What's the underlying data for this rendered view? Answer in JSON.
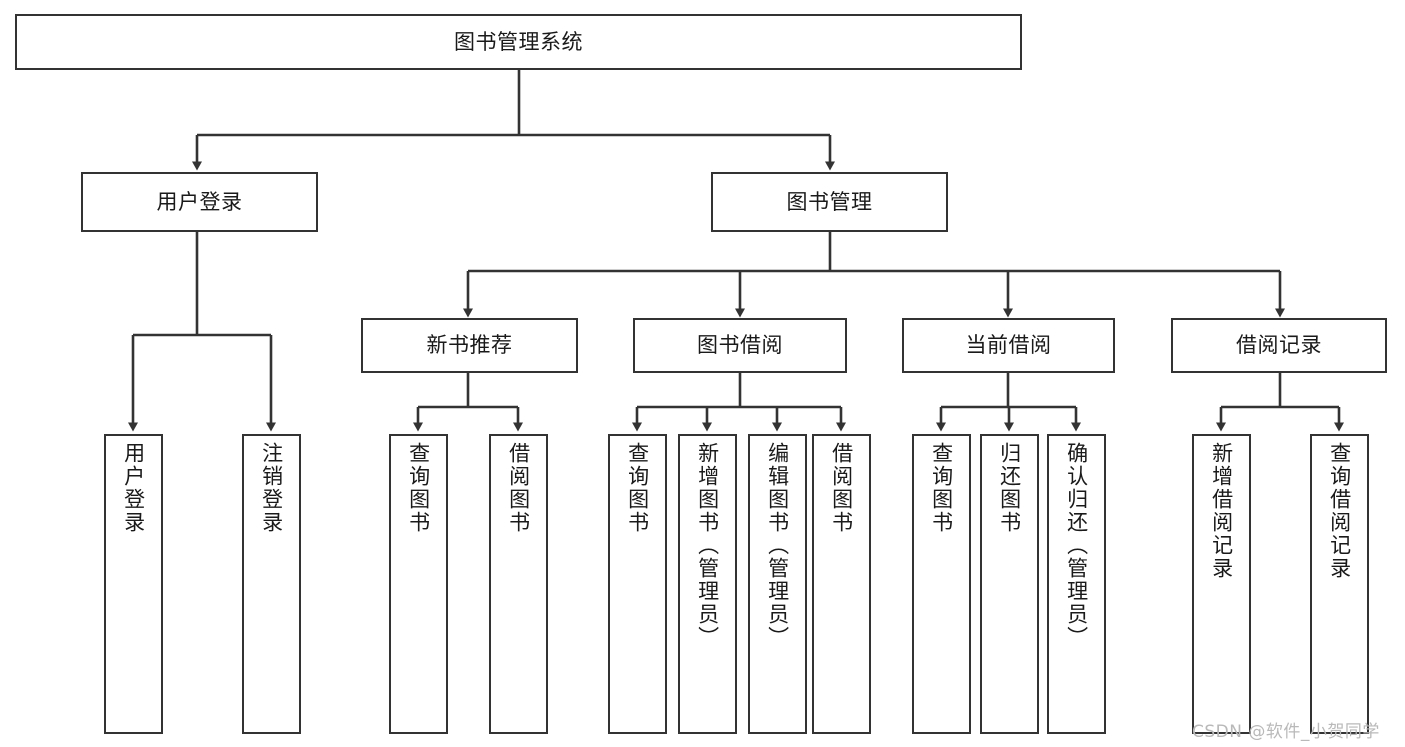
{
  "diagram": {
    "type": "tree-hierarchy",
    "title": "图书管理系统",
    "watermark": "CSDN @软件_小贺同学",
    "style": {
      "box_border_color": "#333333",
      "box_fill_color": "#ffffff",
      "connector_color": "#333333",
      "background_color": "#ffffff",
      "text_color": "#1a1a1a"
    },
    "levels": [
      {
        "level": 1,
        "nodes": [
          {
            "id": "root",
            "label": "图书管理系统",
            "orientation": "horizontal"
          }
        ]
      },
      {
        "level": 2,
        "nodes": [
          {
            "id": "login",
            "label": "用户登录",
            "orientation": "horizontal",
            "parent": "root"
          },
          {
            "id": "bookmgmt",
            "label": "图书管理",
            "orientation": "horizontal",
            "parent": "root"
          }
        ]
      },
      {
        "level": 3,
        "nodes": [
          {
            "id": "newbook",
            "label": "新书推荐",
            "orientation": "horizontal",
            "parent": "bookmgmt"
          },
          {
            "id": "borrow",
            "label": "图书借阅",
            "orientation": "horizontal",
            "parent": "bookmgmt"
          },
          {
            "id": "current",
            "label": "当前借阅",
            "orientation": "horizontal",
            "parent": "bookmgmt"
          },
          {
            "id": "records",
            "label": "借阅记录",
            "orientation": "horizontal",
            "parent": "bookmgmt"
          }
        ]
      },
      {
        "level": 4,
        "nodes": [
          {
            "id": "leaf-user-login",
            "label": "用户登录",
            "orientation": "vertical",
            "parent": "login"
          },
          {
            "id": "leaf-user-logout",
            "label": "注销登录",
            "orientation": "vertical",
            "parent": "login"
          },
          {
            "id": "leaf-new-query",
            "label": "查询图书",
            "orientation": "vertical",
            "parent": "newbook"
          },
          {
            "id": "leaf-new-borrow",
            "label": "借阅图书",
            "orientation": "vertical",
            "parent": "newbook"
          },
          {
            "id": "leaf-borrow-query",
            "label": "查询图书",
            "orientation": "vertical",
            "parent": "borrow"
          },
          {
            "id": "leaf-borrow-add",
            "label": "新增图书（管理员）",
            "orientation": "vertical",
            "parent": "borrow"
          },
          {
            "id": "leaf-borrow-edit",
            "label": "编辑图书（管理员）",
            "orientation": "vertical",
            "parent": "borrow"
          },
          {
            "id": "leaf-borrow-lend",
            "label": "借阅图书",
            "orientation": "vertical",
            "parent": "borrow"
          },
          {
            "id": "leaf-current-query",
            "label": "查询图书",
            "orientation": "vertical",
            "parent": "current"
          },
          {
            "id": "leaf-current-return",
            "label": "归还图书",
            "orientation": "vertical",
            "parent": "current"
          },
          {
            "id": "leaf-current-confirm",
            "label": "确认归还（管理员）",
            "orientation": "vertical",
            "parent": "current"
          },
          {
            "id": "leaf-record-add",
            "label": "新增借阅记录",
            "orientation": "vertical",
            "parent": "records"
          },
          {
            "id": "leaf-record-query",
            "label": "查询借阅记录",
            "orientation": "vertical",
            "parent": "records"
          }
        ]
      }
    ]
  }
}
